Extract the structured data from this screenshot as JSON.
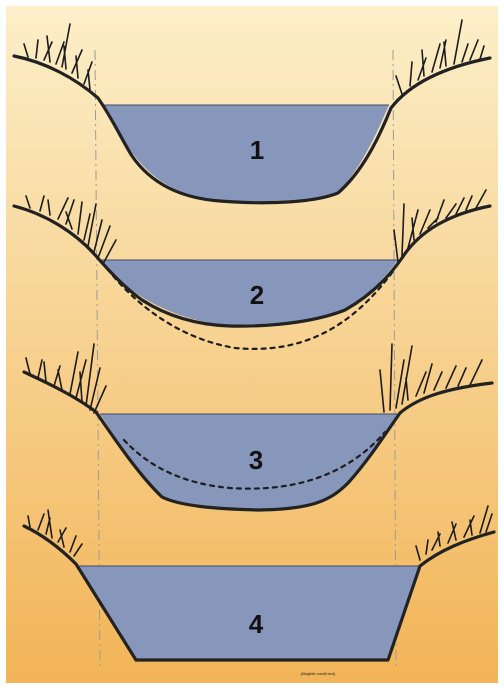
{
  "colors": {
    "background_top": "#fcefc9",
    "background_bottom": "#f2b457",
    "water": "#8796bb",
    "bank": "#222222"
  },
  "sections": [
    {
      "label": "1",
      "previous_bed_shown": false
    },
    {
      "label": "2",
      "previous_bed_shown": true
    },
    {
      "label": "3",
      "previous_bed_shown": true
    },
    {
      "label": "4",
      "previous_bed_shown": false
    }
  ],
  "credit": "(Illegible credit text)"
}
